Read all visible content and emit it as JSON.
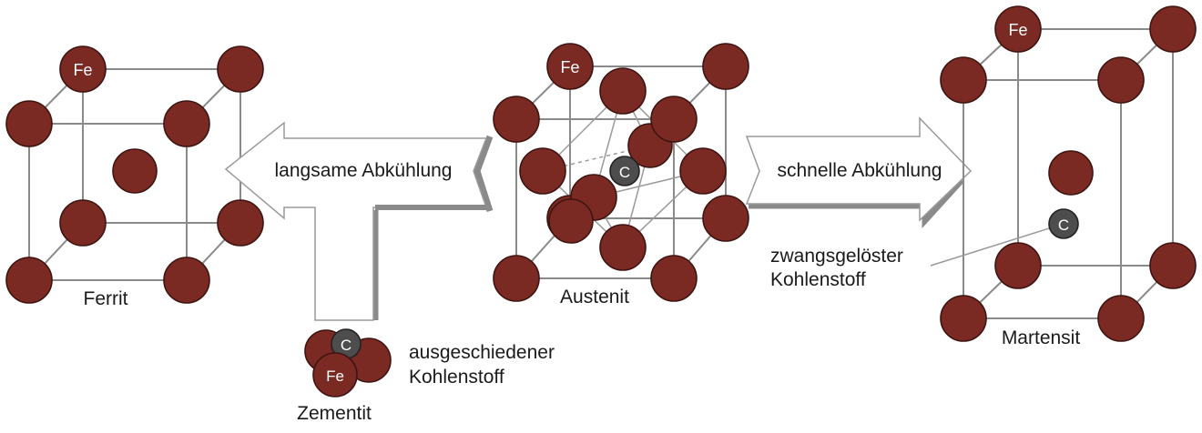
{
  "labels": {
    "ferrit": "Ferrit",
    "austenit": "Austenit",
    "martensit": "Martensit",
    "zementit": "Zementit",
    "slow_cooling": "langsame Abkühlung",
    "fast_cooling": "schnelle Abkühlung",
    "precipitated_carbon_1": "ausgeschiedener",
    "precipitated_carbon_2": "Kohlenstoff",
    "forced_dissolved_carbon_1": "zwangsgelöster",
    "forced_dissolved_carbon_2": "Kohlenstoff"
  },
  "atoms": {
    "fe": "Fe",
    "c": "C"
  },
  "colors": {
    "iron_atom": "#7b2a23",
    "carbon_atom": "#4d4d4d",
    "lattice_line": "#8a8a8a"
  }
}
